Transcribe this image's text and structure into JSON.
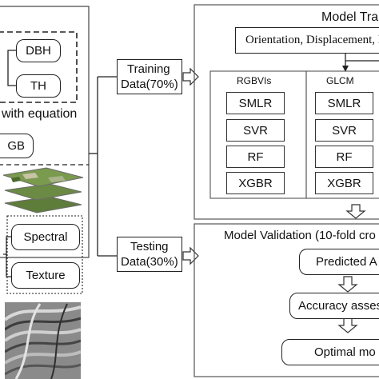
{
  "left_panel": {
    "parameters": [
      "DBH",
      "TH"
    ],
    "equation_label": "with equation",
    "rgb_label": "GB",
    "features": [
      "Spectral",
      "Texture"
    ]
  },
  "splits": {
    "training": [
      "Training",
      "Data(70%)"
    ],
    "testing": [
      "Testing",
      "Data(30%)"
    ]
  },
  "model_training": {
    "title": "Model Trai",
    "features_line": "Orientation, Displacement, I",
    "groups": [
      {
        "name": "RGBVIs",
        "models": [
          "SMLR",
          "SVR",
          "RF",
          "XGBR"
        ]
      },
      {
        "name": "GLCM",
        "models": [
          "SMLR",
          "SVR",
          "RF",
          "XGBR"
        ]
      }
    ]
  },
  "model_validation": {
    "title": "Model Validation (10-fold cro",
    "steps": [
      "Predicted A",
      "Accuracy asses",
      "Optimal mo"
    ]
  },
  "colors": {
    "line": "#222222",
    "arrow_fill": "#ffffff",
    "border": "#555555"
  }
}
